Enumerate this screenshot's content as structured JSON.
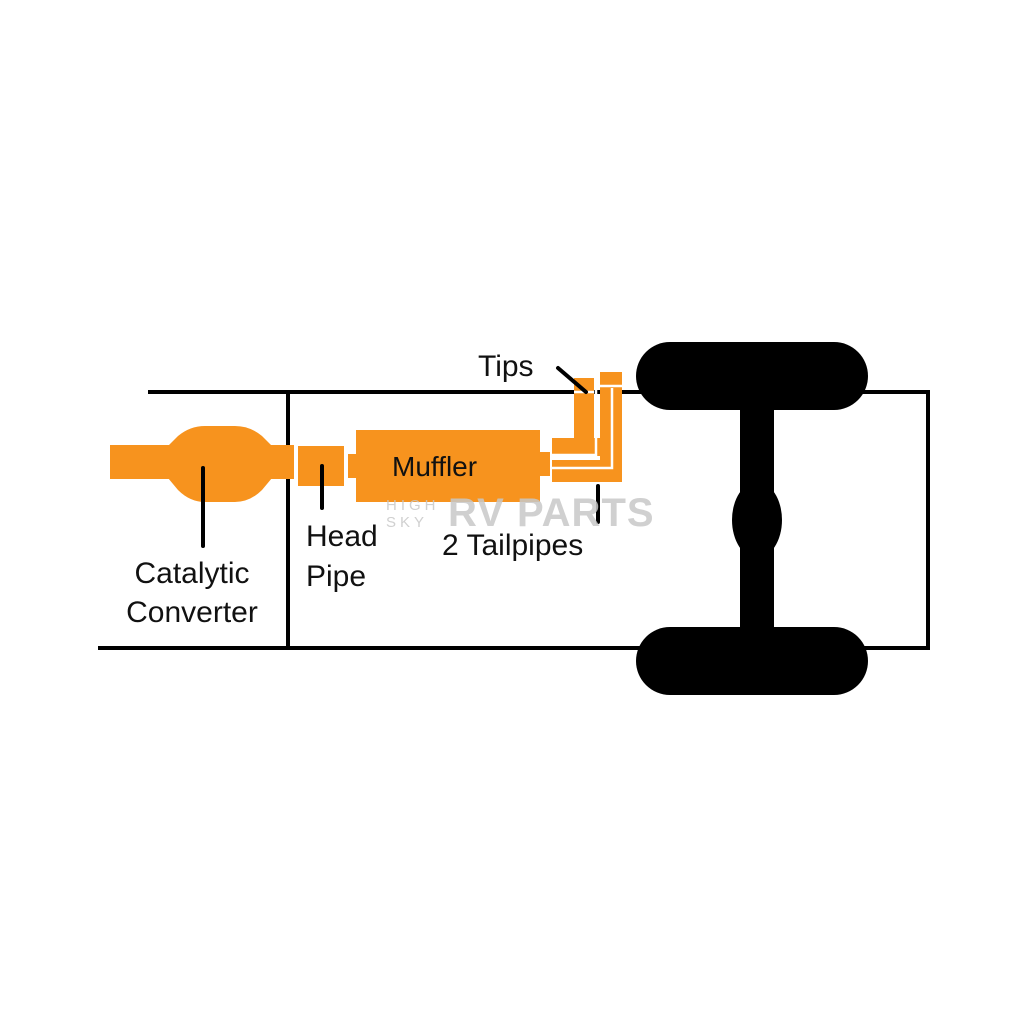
{
  "labels": {
    "catalytic_line1": "Catalytic",
    "catalytic_line2": "Converter",
    "head_line1": "Head",
    "head_line2": "Pipe",
    "muffler": "Muffler",
    "tips": "Tips",
    "tailpipes": "2 Tailpipes"
  },
  "watermark": {
    "small_line1": "HIGH",
    "small_line2": "SKY",
    "big": "RV PARTS"
  },
  "colors": {
    "exhaust": "#f7931e",
    "frame": "#000000",
    "watermark": "#c8c8c8"
  }
}
